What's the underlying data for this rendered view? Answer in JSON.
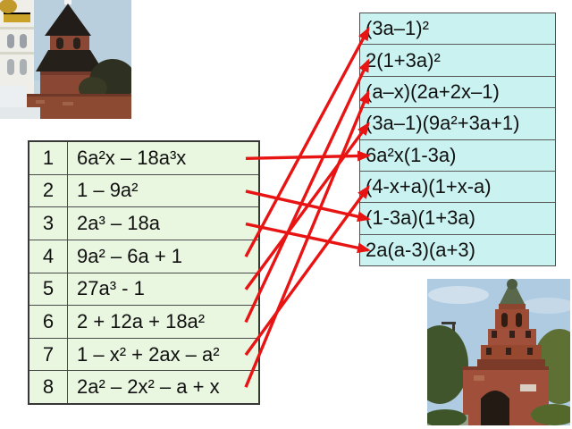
{
  "slide": {
    "background": "#ffffff"
  },
  "left_table": {
    "bg_color": "#e9f6e0",
    "rows": [
      {
        "num": "1",
        "expr": "6a²x – 18a³x"
      },
      {
        "num": "2",
        "expr": "1 – 9a²"
      },
      {
        "num": "3",
        "expr": "2a³ – 18a"
      },
      {
        "num": "4",
        "expr": "9a² – 6a + 1"
      },
      {
        "num": "5",
        "expr": "27a³ - 1"
      },
      {
        "num": "6",
        "expr": "2 + 12a + 18a²"
      },
      {
        "num": "7",
        "expr": "1 – x² + 2ax – a²"
      },
      {
        "num": "8",
        "expr": "2a² – 2x² – a + x"
      }
    ]
  },
  "right_table": {
    "bg_color": "#c9f2f0",
    "rows": [
      {
        "text": "(3a–1)²"
      },
      {
        "text": "2(1+3a)²"
      },
      {
        "text": "(a–x)(2a+2x–1)"
      },
      {
        "text": "(3a–1)(9a²+3a+1)"
      },
      {
        "text": "6a²x(1-3a)"
      },
      {
        "text": "(4-x+a)(1+x-a)"
      },
      {
        "text": "(1-3a)(1+3a)"
      },
      {
        "text": "2a(a-3)(a+3)"
      }
    ]
  },
  "connections": {
    "color": "#e81414",
    "pairs": [
      {
        "from": 1,
        "to": 5
      },
      {
        "from": 2,
        "to": 7
      },
      {
        "from": 3,
        "to": 8
      },
      {
        "from": 4,
        "to": 1
      },
      {
        "from": 5,
        "to": 4
      },
      {
        "from": 6,
        "to": 2
      },
      {
        "from": 7,
        "to": 6
      },
      {
        "from": 8,
        "to": 3
      }
    ]
  },
  "photos": {
    "top_left": "kremlin-church-and-tower-photo",
    "bottom_right": "kremlin-gate-tower-photo"
  }
}
